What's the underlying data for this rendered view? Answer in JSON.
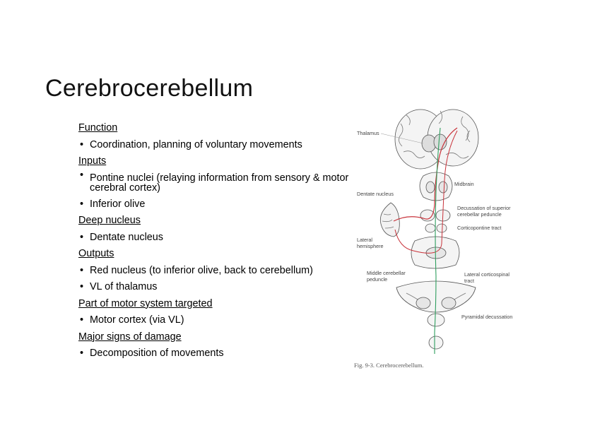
{
  "slide": {
    "title": "Cerebrocerebellum",
    "sections": [
      {
        "heading": "Function",
        "items": [
          "Coordination, planning of voluntary movements"
        ]
      },
      {
        "heading": "Inputs",
        "items": [
          "Pontine nuclei (relaying information from sensory & motor cerebral cortex)",
          "Inferior olive"
        ]
      },
      {
        "heading": "Deep nucleus",
        "items": [
          "Dentate nucleus"
        ]
      },
      {
        "heading": "Outputs",
        "items": [
          "Red nucleus (to inferior olive, back to cerebellum)",
          "VL of thalamus"
        ]
      },
      {
        "heading": "Part of motor system targeted",
        "items": [
          "Motor cortex (via VL)"
        ]
      },
      {
        "heading": "Major signs of damage",
        "items": [
          "Decomposition of movements"
        ]
      }
    ]
  },
  "figure": {
    "labels": {
      "thalamus": "Thalamus",
      "dentate": "Dentate nucleus",
      "midbrain": "Midbrain",
      "decussation_sup_1": "Decussation of superior",
      "decussation_sup_2": "cerebellar peduncle",
      "corticopontine": "Corticopontine tract",
      "lateral_hem_1": "Lateral",
      "lateral_hem_2": "hemisphere",
      "middle_ped_1": "Middle cerebellar",
      "middle_ped_2": "peduncle",
      "lat_cortico_1": "Lateral corticospinal",
      "lat_cortico_2": "tract",
      "pyramidal": "Pyramidal decussation"
    },
    "caption": "Fig. 9-3.  Cerebrocerebellum.",
    "colors": {
      "efferent": "#c8323a",
      "corticospinal": "#2e9e5e"
    }
  }
}
